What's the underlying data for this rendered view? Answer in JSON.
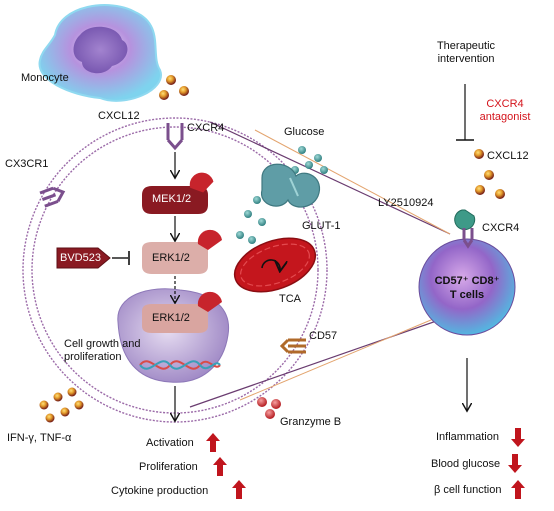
{
  "labels": {
    "monocyte": "Monocyte",
    "cxcl12_left": "CXCL12",
    "cxcr4_left": "CXCR4",
    "cx3cr1": "CX3CR1",
    "glucose": "Glucose",
    "glut1": "GLUT-1",
    "tca": "TCA",
    "mek": "MEK1/2",
    "erk_top": "ERK1/2",
    "erk_nucleus": "ERK1/2",
    "bvd": "BVD523",
    "cell_growth": "Cell growth and proliferation",
    "cd57": "CD57",
    "ifn": "IFN-γ, TNF-α",
    "granzyme": "Granzyme B",
    "activation": "Activation",
    "proliferation": "Proliferation",
    "cytokine": "Cytokine production",
    "therapeutic": "Therapeutic intervention",
    "antagonist": "CXCR4 antagonist",
    "cxcl12_right": "CXCL12",
    "ly": "LY2510924",
    "cxcr4_right": "CXCR4",
    "tcells_line1": "CD57⁺ CD8⁺",
    "tcells_line2": "T cells",
    "inflammation": "Inflammation",
    "blood_glucose": "Blood glucose",
    "beta_cell": "β cell function"
  },
  "colors": {
    "membrane": "#9b6aa8",
    "kinase": "#8a1a22",
    "erk": "#d9a5a0",
    "red_text": "#d4141c",
    "arrow_red": "#c0151d",
    "glut": "#4d8c95",
    "mito": "#c4161d"
  }
}
